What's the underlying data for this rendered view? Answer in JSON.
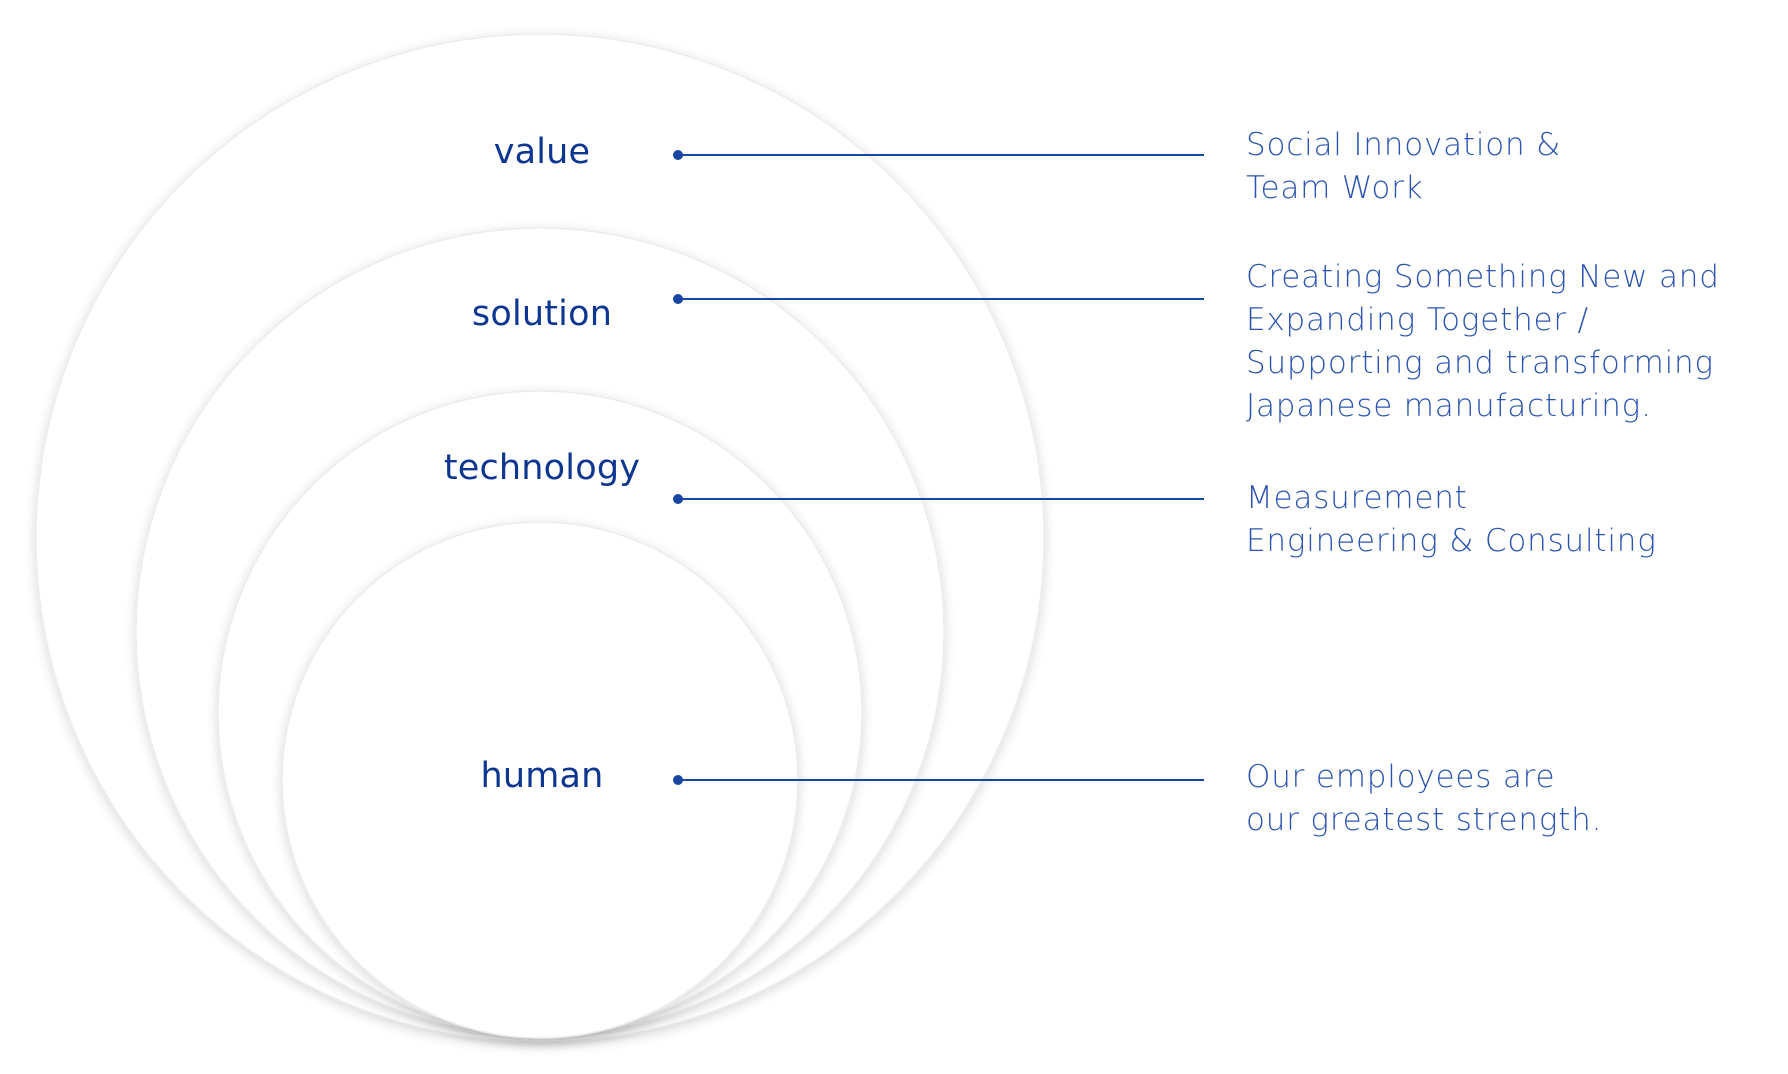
{
  "diagram": {
    "accent_color": "#1746a2",
    "label_color": "#0d3691",
    "desc_color": "#2b54b0",
    "layers": [
      {
        "id": "value",
        "label": "value",
        "description_lines": [
          "Social Innovation &",
          "Team Work"
        ]
      },
      {
        "id": "solution",
        "label": "solution",
        "description_lines": [
          "Creating Something New and",
          "Expanding Together /",
          "Supporting and transforming",
          "Japanese manufacturing."
        ]
      },
      {
        "id": "technology",
        "label": "technology",
        "description_lines": [
          "Measurement",
          "Engineering & Consulting"
        ]
      },
      {
        "id": "human",
        "label": "human",
        "description_lines": [
          "Our employees are",
          "our greatest strength."
        ]
      }
    ]
  }
}
